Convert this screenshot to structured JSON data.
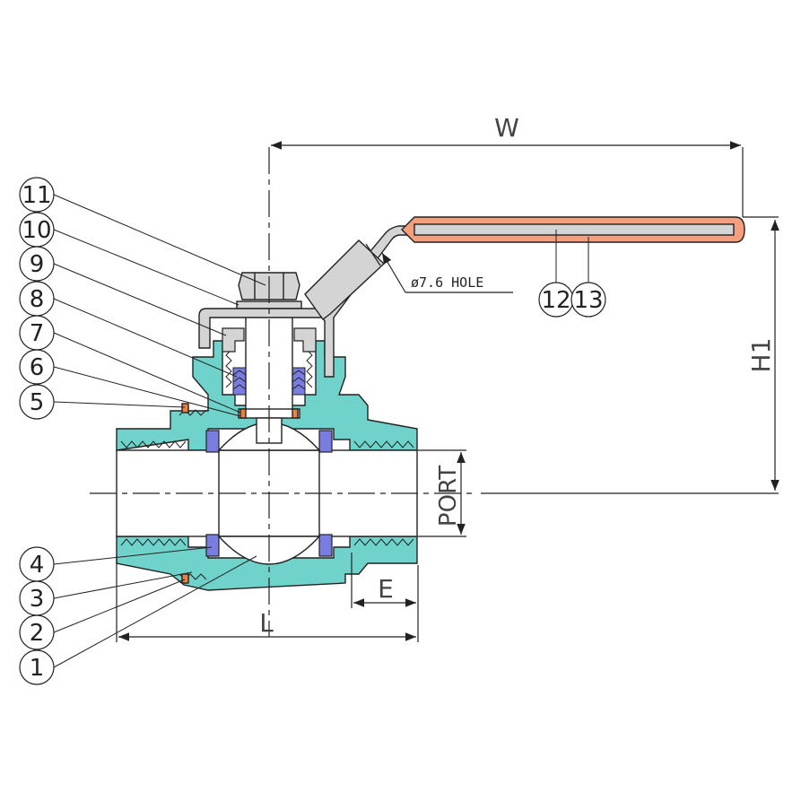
{
  "balloons": [
    "11",
    "10",
    "9",
    "8",
    "7",
    "6",
    "5",
    "4",
    "3",
    "2",
    "1",
    "12",
    "13"
  ],
  "dimensions": {
    "w": "W",
    "h1": "H1",
    "l": "L",
    "e": "E",
    "port": "PORT"
  },
  "hole_note": "ø7.6 HOLE",
  "colors": {
    "body": "#6fd3cb",
    "seat": "#7a7de0",
    "handle_grip": "#f4a07e",
    "stem": "#d4d4d4",
    "outline": "#222222"
  }
}
